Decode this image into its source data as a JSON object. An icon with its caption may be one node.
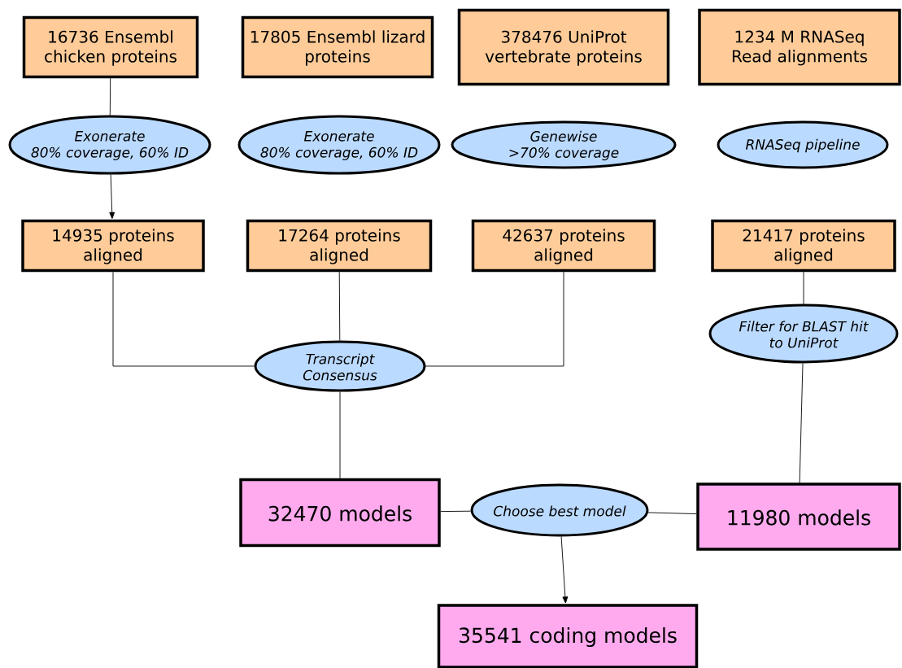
{
  "diagram": {
    "nodes": [
      {
        "text": [
          "16736 Ensembl chicken proteins"
        ]
      },
      {
        "text": [
          "17805 Ensembl lizard proteins"
        ]
      },
      {
        "text": [
          "378476 UniProt vertebrate proteins"
        ]
      },
      {
        "text": [
          "1234 M RNASeq Read alignments"
        ]
      },
      {
        "text": [
          "Exonerate",
          "80% coverage, 60% ID"
        ]
      },
      {
        "text": [
          "Exonerate",
          "80% coverage, 60% ID"
        ]
      },
      {
        "text": [
          "Genewise",
          ">70% coverage"
        ]
      },
      {
        "text": [
          "RNASeq pipeline"
        ]
      },
      {
        "text": [
          "14935 proteins aligned"
        ]
      },
      {
        "text": [
          "17264 proteins aligned"
        ]
      },
      {
        "text": [
          "42637 proteins aligned"
        ]
      },
      {
        "text": [
          "21417 proteins aligned"
        ]
      },
      {
        "text": [
          "Filter for BLAST hit to UniProt"
        ]
      },
      {
        "text": [
          "Transcript Consensus"
        ]
      },
      {
        "text": [
          "32470 models"
        ]
      },
      {
        "text": [
          "Choose best model"
        ]
      },
      {
        "text": [
          "11980 models"
        ]
      },
      {
        "text": [
          "35541 coding models"
        ]
      }
    ],
    "edges": [
      {
        "from": 0,
        "to": 4,
        "arrow": "none"
      },
      {
        "from": 4,
        "to": 8,
        "arrow": "to"
      },
      {
        "from": 8,
        "to": 13,
        "arrow": "none"
      },
      {
        "from": 9,
        "to": 13,
        "arrow": "none"
      },
      {
        "from": 10,
        "to": 13,
        "arrow": "none"
      },
      {
        "from": 13,
        "to": 14,
        "arrow": "none"
      },
      {
        "from": 11,
        "to": 12,
        "arrow": "none"
      },
      {
        "from": 12,
        "to": 16,
        "arrow": "none"
      },
      {
        "from": 14,
        "to": 15,
        "arrow": "none"
      },
      {
        "from": 16,
        "to": 15,
        "arrow": "none"
      },
      {
        "from": 15,
        "to": 17,
        "arrow": "to"
      }
    ]
  }
}
